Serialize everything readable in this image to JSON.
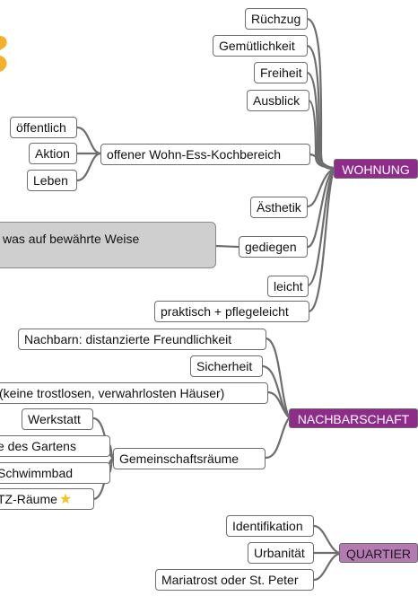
{
  "colors": {
    "connector": "#6e6e6e",
    "wohnung_hub": "#8f2b8a",
    "nachbarschaft_hub": "#8f2b8a",
    "quartier_hub": "#b57ab3",
    "gray_box": "#cfcfcf",
    "orange_accent": "#f3b12a"
  },
  "hubs": {
    "wohnung": "WOHNUNG",
    "nachbarschaft": "NACHBARSCHAFT",
    "quartier": "QUARTIER"
  },
  "wohnung": {
    "rueckzug": "Rüchzug",
    "gemuetlichkeit": "Gemütlichkeit",
    "freiheit": "Freiheit",
    "ausblick": "Ausblick",
    "wohnbereich": "offener Wohn-Ess-Kochbereich",
    "oeffentlich": "öffentlich",
    "aktion": "Aktion",
    "leben": "Leben",
    "aesthetik": "Ästhetik",
    "gediegen": "gediegen",
    "gediegen_note": "was auf bewährte Weise",
    "leicht": "leicht",
    "praktisch": "praktisch + pflegeleicht"
  },
  "nachbarschaft": {
    "nachbarn": "Nachbarn: distanzierte Freundlichkeit",
    "sicherheit": "Sicherheit",
    "haeuser": "(keine trostlosen, verwahrlosten Häuser)",
    "gemeinschaftsraeume": "Gemeinschaftsräume",
    "werkstatt": "Werkstatt",
    "gartens": "e des Gartens",
    "schwimmbad": "Schwimmbad",
    "tz_raeume": "TZ-Räume",
    "star_icon": "star-icon"
  },
  "quartier": {
    "identifikation": "Identifikation",
    "urbanitaet": "Urbanität",
    "mariatrost": "Mariatrost oder St. Peter"
  }
}
